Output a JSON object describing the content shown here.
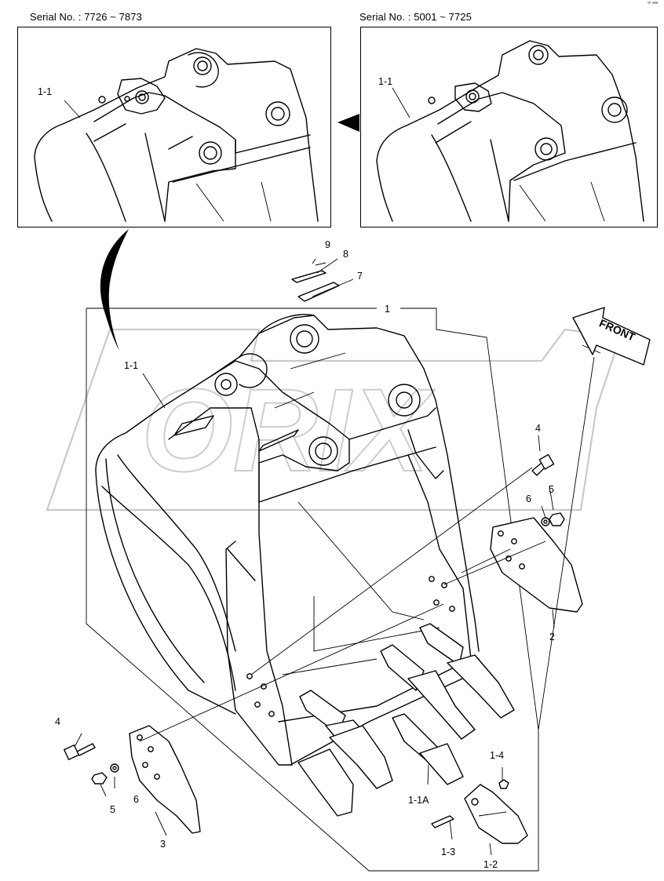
{
  "corner_mark": "ᵒᶜ ᵃᵃᵃ",
  "insets": [
    {
      "serial_label": "Serial No. : 7726 ~ 7873",
      "part_label": "1-1"
    },
    {
      "serial_label": "Serial No. : 5001 ~ 7725",
      "part_label": "1-1"
    }
  ],
  "front_label": "FRONT",
  "watermark": "ORIX",
  "callouts": {
    "c1": "1",
    "c1_1": "1-1",
    "c1_1A": "1-1A",
    "c1_2": "1-2",
    "c1_3": "1-3",
    "c1_4": "1-4",
    "c2": "2",
    "c3": "3",
    "c4_right": "4",
    "c4_left": "4",
    "c5_right": "5",
    "c5_left": "5",
    "c6_right": "6",
    "c6_left": "6",
    "c7": "7",
    "c8": "8",
    "c9": "9"
  }
}
